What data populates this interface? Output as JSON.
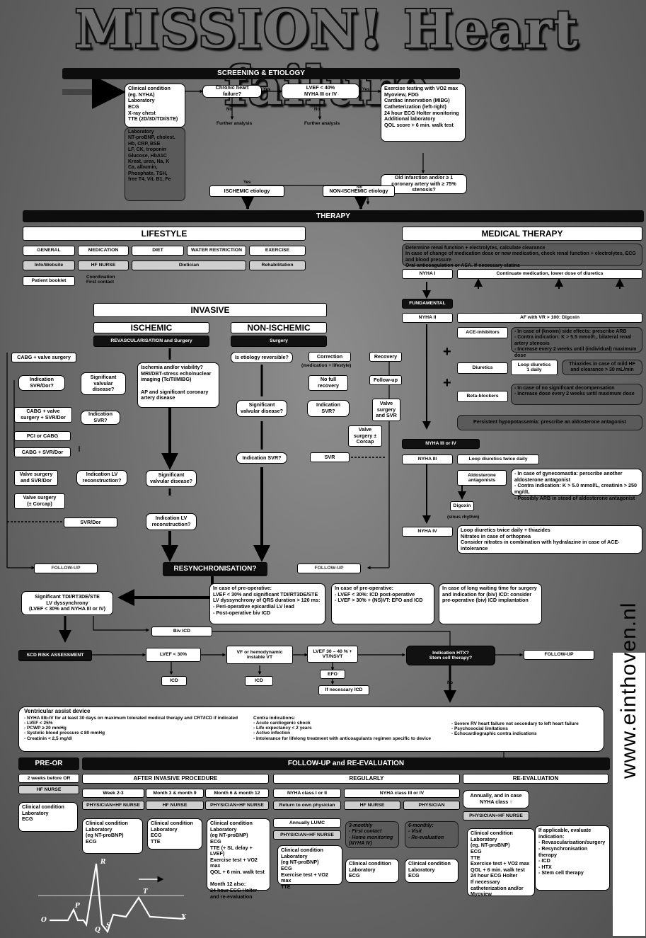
{
  "title": "MISSION! Heart failure",
  "website": "www.einthoven.nl",
  "screening": {
    "header": "SCREENING & ETIOLOGY",
    "clinical": "Clinical condition\n(eg. NYHA)\nLaboratory\nECG\nX-ray chest\nTTE (2D/3D/TDI/STE)",
    "lab": "Laboratory\nNT-proBNP, cholest.\nHb, CRP, BSE\nLF, CK, troponin\nGlucose, HbA1C\nKreat, urea, Na, K\nCa, albumin,\nPhosphate, TSH,\nfree T4, Vit. B1, Fe",
    "chronic_hf": "Chronic heart failure?",
    "lvef": "LVEF < 40%\nNYHA III or IV",
    "tests": "Exercise testing with VO2 max\nMyoview, FDG\nCardiac innervation (MIBG)\nCatheterization (left-right)\n24 hour ECG Holter monitoring\nAdditional laboratory\nQOL score + 6 min. walk test",
    "old_infarction": "Old infarction and/or ≥ 1\ncoronary artery with ≥ 75%\nstenosis?",
    "further1": "Further analysis",
    "further2": "Further analysis",
    "ischemic": "ISCHEMIC etiology",
    "nonischemic": "NON-ISCHEMIC etiology",
    "yes": "Yes",
    "no": "No"
  },
  "therapy": {
    "header": "THERAPY",
    "lifestyle": "LIFESTYLE",
    "general": "GENERAL",
    "medication": "MEDICATION",
    "diet": "DIET",
    "water": "WATER RESTRICTION",
    "exercise": "EXERCISE",
    "info": "Info/Website",
    "hfnurse": "HF NURSE",
    "dietician": "Dietician",
    "rehab": "Rehabilitation",
    "booklet": "Patient booklet",
    "coordination": "Coordination\nFirst contact",
    "medical": "MEDICAL THERAPY",
    "renal": "Determine renal function + electrolytes, calculate clearance\nIn case of change of medication dose or new medication, check renal function + electrolytes, ECG and blood pressure\nOral anticoagulation or ASA. If necessary statins",
    "nyha1": "NYHA I",
    "continue": "Continuate medication, lower dose of diuretics",
    "fundamental": "FUNDAMENTAL",
    "nyha2": "NYHA II",
    "af": "AF with VR > 100: Digoxin",
    "ace": "ACE-inhibitors",
    "ace_note": "- In case of (known) side effects: prescribe ARB\n- Contra indication: K > 5.5 mmol/L, bilateral renal artery stenosis\n- Increase every 2 weeks until (individual) maximum dose",
    "diuretics": "Diuretics",
    "loop1": "Loop diuretics\n1 daily",
    "thiazides": "Thiazides in case of mild HF\nand clearance > 30 mL/min",
    "beta": "Beta-blockers",
    "beta_note": "- In case of no significant decompensation\n- Increase dose every 2 weeks until maximum dose",
    "hypokalemia": "Persistent hypopotassemia: prescribe an aldosterone antagonist",
    "nyha34": "NYHA III or IV",
    "nyha3": "NYHA III",
    "loop2": "Loop diuretics twice daily",
    "aldo": "Aldosterone\nantagonists",
    "aldo_note": "- In case of gynecomastia: perscribe another aldosterone antagonist\n- Contra indication: K > 5.0 mmol/L, creatinin > 250 mg/dL\n- Possibly ARB in stead of aldosterone antagonist",
    "digoxin": "Digoxin",
    "sinus": "(sinus rhythm)",
    "nyha4": "NYHA IV",
    "nyha4_note": "Loop diuretics twice daily + thiazides\nNitrates in case of orthopnea\nConsider nitrates in combination with hydralazine in case of ACE-intolerance",
    "plus": "+"
  },
  "invasive": {
    "header": "INVASIVE",
    "ischemic": "ISCHEMIC",
    "revasc": "REVASCULARISATION and Surgery",
    "nonischemic": "NON-ISCHEMIC",
    "surgery": "Surgery",
    "cabg_valve": "CABG + valve surgery",
    "ind_svr": "Indication\nSVR/Dor?",
    "sig_valv": "Significant\nvalvular\ndisease?",
    "cabg_valve_svr": "CABG + valve\nsurgery + SVR/Dor",
    "ind_svr2": "Indication\nSVR?",
    "pci": "PCI or CABG",
    "cabg_svr": "CABG + SVR/Dor",
    "ischemia": "Ischemia and/or viability?\nMRI/DBT-stress echo/nuclear imaging (Tc/TI/MIBG)\n\nAP and significant coronary artery disease",
    "valve_svr": "Valve surgery\nand SVR/Dor",
    "ind_lv": "Indication LV\nreconstruction?",
    "valve_corcap": "Valve surgery\n(± Corcap)",
    "sig_valv2": "Significant\nvalvular disease?",
    "svrdor": "SVR/Dor",
    "ind_lv2": "Indication LV\nreconstruction?",
    "reversible": "Is etiology reversible?",
    "correction": "Correction",
    "correction_sub": "(medication + lifestyle)",
    "recovery": "Recovery",
    "no_full": "No full\nrecovery",
    "followup_small": "Follow-up",
    "sig_valv3": "Significant\nvalvular disease?",
    "ind_svr3": "Indication\nSVR?",
    "valve_svr2": "Valve\nsurgery\nand SVR",
    "valve_corcap2": "Valve\nsurgery ±\nCorcap",
    "ind_svr4": "Indication SVR?",
    "svr": "SVR",
    "followup": "FOLLOW-UP",
    "followup2": "FOLLOW-UP",
    "resync": "RESYNCHRONISATION?"
  },
  "resync": {
    "tdi": "Significant TDI/RT3DE/STE\nLV dyssynchrony\n(LVEF < 30% and NYHA III or IV)",
    "preop1": "In case of pre-operative:\nLVEF < 30% and significant TDI/RT3DE/STE LV dyssynchrony of QRS duration > 120 ms:\n- Peri-operative epicardial LV lead\n- Post-operative biv ICD",
    "preop2": "In case of pre-operative:\n- LVEF < 30%: ICD post-operative\n- LVEF > 30% + (NS)VT: EFO and ICD",
    "waiting": "In case of long waiting time for surgery and indication for (biv) ICD: consider pre-operative (biv) ICD implantation",
    "biv": "Biv ICD",
    "scd": "SCD RISK ASSESSMENT",
    "lvef30": "LVEF < 30%",
    "vf": "VF or hemodynamic\ninstable VT",
    "lvef3040": "LVEF 30 – 40 % +\nVT/NSVT",
    "htx": "Indication HTX?\nStem cell therapy?",
    "followup3": "FOLLOW-UP",
    "icd1": "ICD",
    "icd2": "ICD",
    "efo": "EFO",
    "icd3": "If necessary ICD"
  },
  "vad": {
    "title": "Ventricular assist device",
    "col1": "- NYHA IIIb-IV for at least 30 days on maximum tolerated medical therapy and CRT/ICD if indicated\n- LVEF < 25%\n- PCWP ≥ 20 mmHg\n- Systolic blood pressure ≤ 80 mmHg\n- Creatinin < 2,5 mg/dl",
    "col2": "Contra indications:\n- Acute cardiogenic shock\n- Life expectancy < 2 years\n- Active infection\n- Intolerance for lifelong treatment with anticoagulants regimen specific to device",
    "col3": "- Severe RV heart failure not secondary to left heart failure\n- Psychosocial limitations\n- Echocardiographic contra indications"
  },
  "followup": {
    "preor": "PRE-OR",
    "header": "FOLLOW-UP and RE-EVALUATION",
    "weeks2": "2 weeks before OR",
    "hfnurse": "HF NURSE",
    "preor_box": "Clinical condition\nLaboratory\nECG",
    "after": "AFTER INVASIVE PROCEDURE",
    "week23": "Week 2-3",
    "month39": "Month 3 & month 9",
    "month612": "Month 6 & month 12",
    "phys_hf1": "PHYSICIAN+HF NURSE",
    "hf2": "HF NURSE",
    "phys_hf2": "PHYSICIAN+HF NURSE",
    "box_w23": "Clinical condition\nLaboratory\n(eg NT-proBNP)\nECG",
    "box_m39": "Clinical condition\nLaboratory\nECG\nTTE",
    "box_m612": "Clinical condition\nLaboratory\n(eg NT-proBNP)\nECG\nTTE (+ SL delay + LVEF)\nExercise test + VO2 max\nQOL + 6 min. walk test\n\nMonth 12 also:\n24 hour ECG Holter and re-evaluation",
    "regularly": "REGULARLY",
    "nyha12": "NYHA class I or II",
    "nyha34": "NYHA class III or IV",
    "return": "Return to own physician",
    "hfnurse2": "HF NURSE",
    "physician": "PHYSICIAN",
    "annual": "Annually LUMC",
    "phys_hf3": "PHYSICIAN+HF NURSE",
    "monthly3": "3-monthly\n- First contact\n- Home monitoring (NYHA IV)",
    "monthly6": "6-monthly:\n- Visit\n- Re-evaluation",
    "box_reg1": "Clinical condition\nLaboratory\n(eg NT-proBNP)\nECG\nExercise test + VO2 max\nTTE",
    "box_reg2": "Clinical condition\nLaboratory\nECG",
    "box_reg3": "Clinical condition\nLaboratory\nECG",
    "reeval": "RE-EVALUATION",
    "annually": "Annually, and in case\nNYHA class ↑",
    "phys_hf4": "PHYSICIAN+HF NURSE",
    "box_re1": "Clinical condition\nLaboratory\n(eg. NT-proBNP)\nECG\nTTE\nExercise test + VO2 max\nQOL + 6 min. walk test\n24 hour ECG Holter\nIf necessary catheterization and/or Myoview",
    "box_re2": "If applicable, evaluate indication:\n- Revascularisation/surgery\n- Resynchronisation therapy\n- ICD\n- HTX\n- Stem cell therapy"
  },
  "ecg": {
    "p": "P",
    "q": "Q",
    "r": "R",
    "s": "S",
    "t": "T",
    "o": "O",
    "x": "X"
  }
}
